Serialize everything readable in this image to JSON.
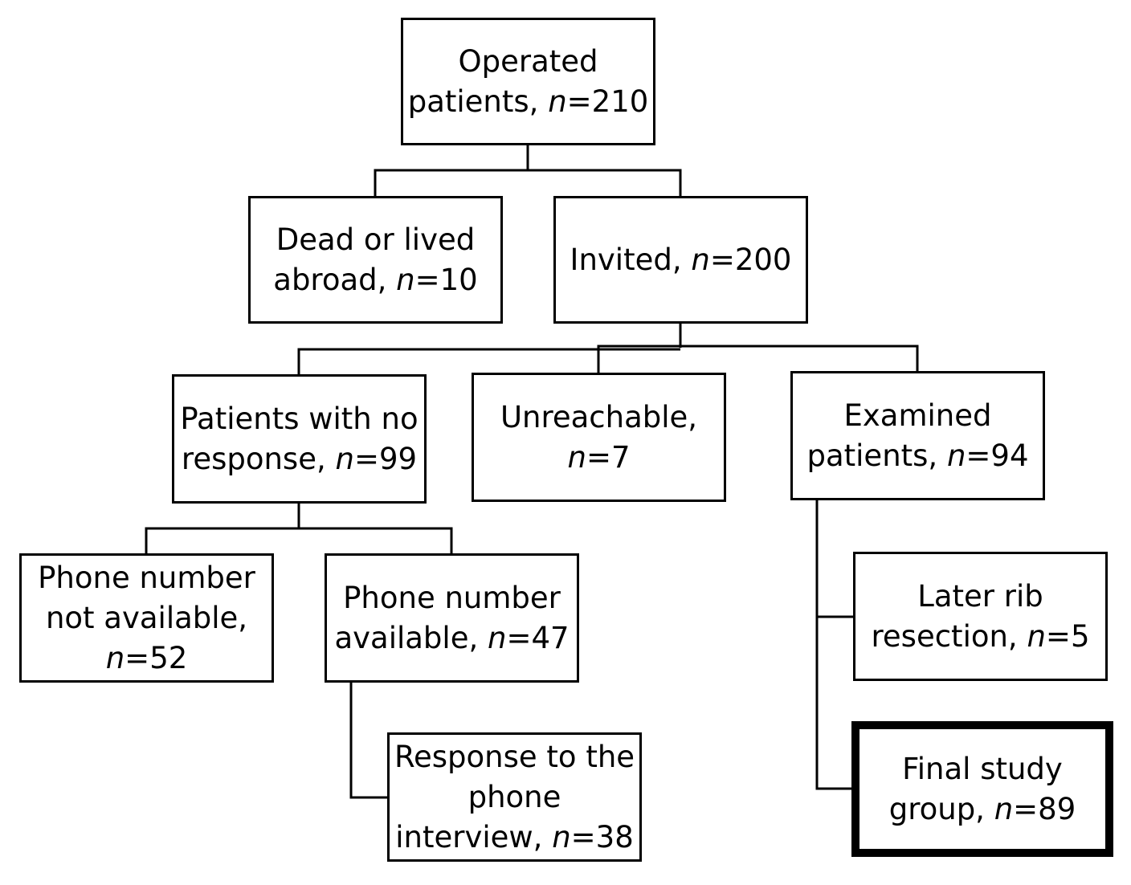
{
  "nodes": {
    "operated": {
      "l1": "Operated",
      "l2": "patients, ",
      "n": "210"
    },
    "dead": {
      "l1": "Dead or lived",
      "l2": "abroad, ",
      "n": "10"
    },
    "invited": {
      "l1": "Invited, ",
      "n": "200"
    },
    "no_response": {
      "l1": "Patients with no",
      "l2": "response, ",
      "n": "99"
    },
    "unreachable": {
      "l1": "Unreachable,",
      "n": "7"
    },
    "examined": {
      "l1": "Examined",
      "l2": "patients, ",
      "n": "94"
    },
    "phone_na": {
      "l1": "Phone number",
      "l2": "not available,",
      "n": "52"
    },
    "phone_avail": {
      "l1": "Phone number",
      "l2": "available, ",
      "n": "47"
    },
    "later_rib": {
      "l1": "Later rib",
      "l2": "resection, ",
      "n": "5"
    },
    "final": {
      "l1": "Final study",
      "l2": "group, ",
      "n": "89"
    },
    "phone_resp": {
      "l1": "Response to the",
      "l2": "phone",
      "l3": "interview, ",
      "n": "38"
    }
  },
  "n_symbol": "n",
  "equals": "=",
  "line_color": "#000000"
}
